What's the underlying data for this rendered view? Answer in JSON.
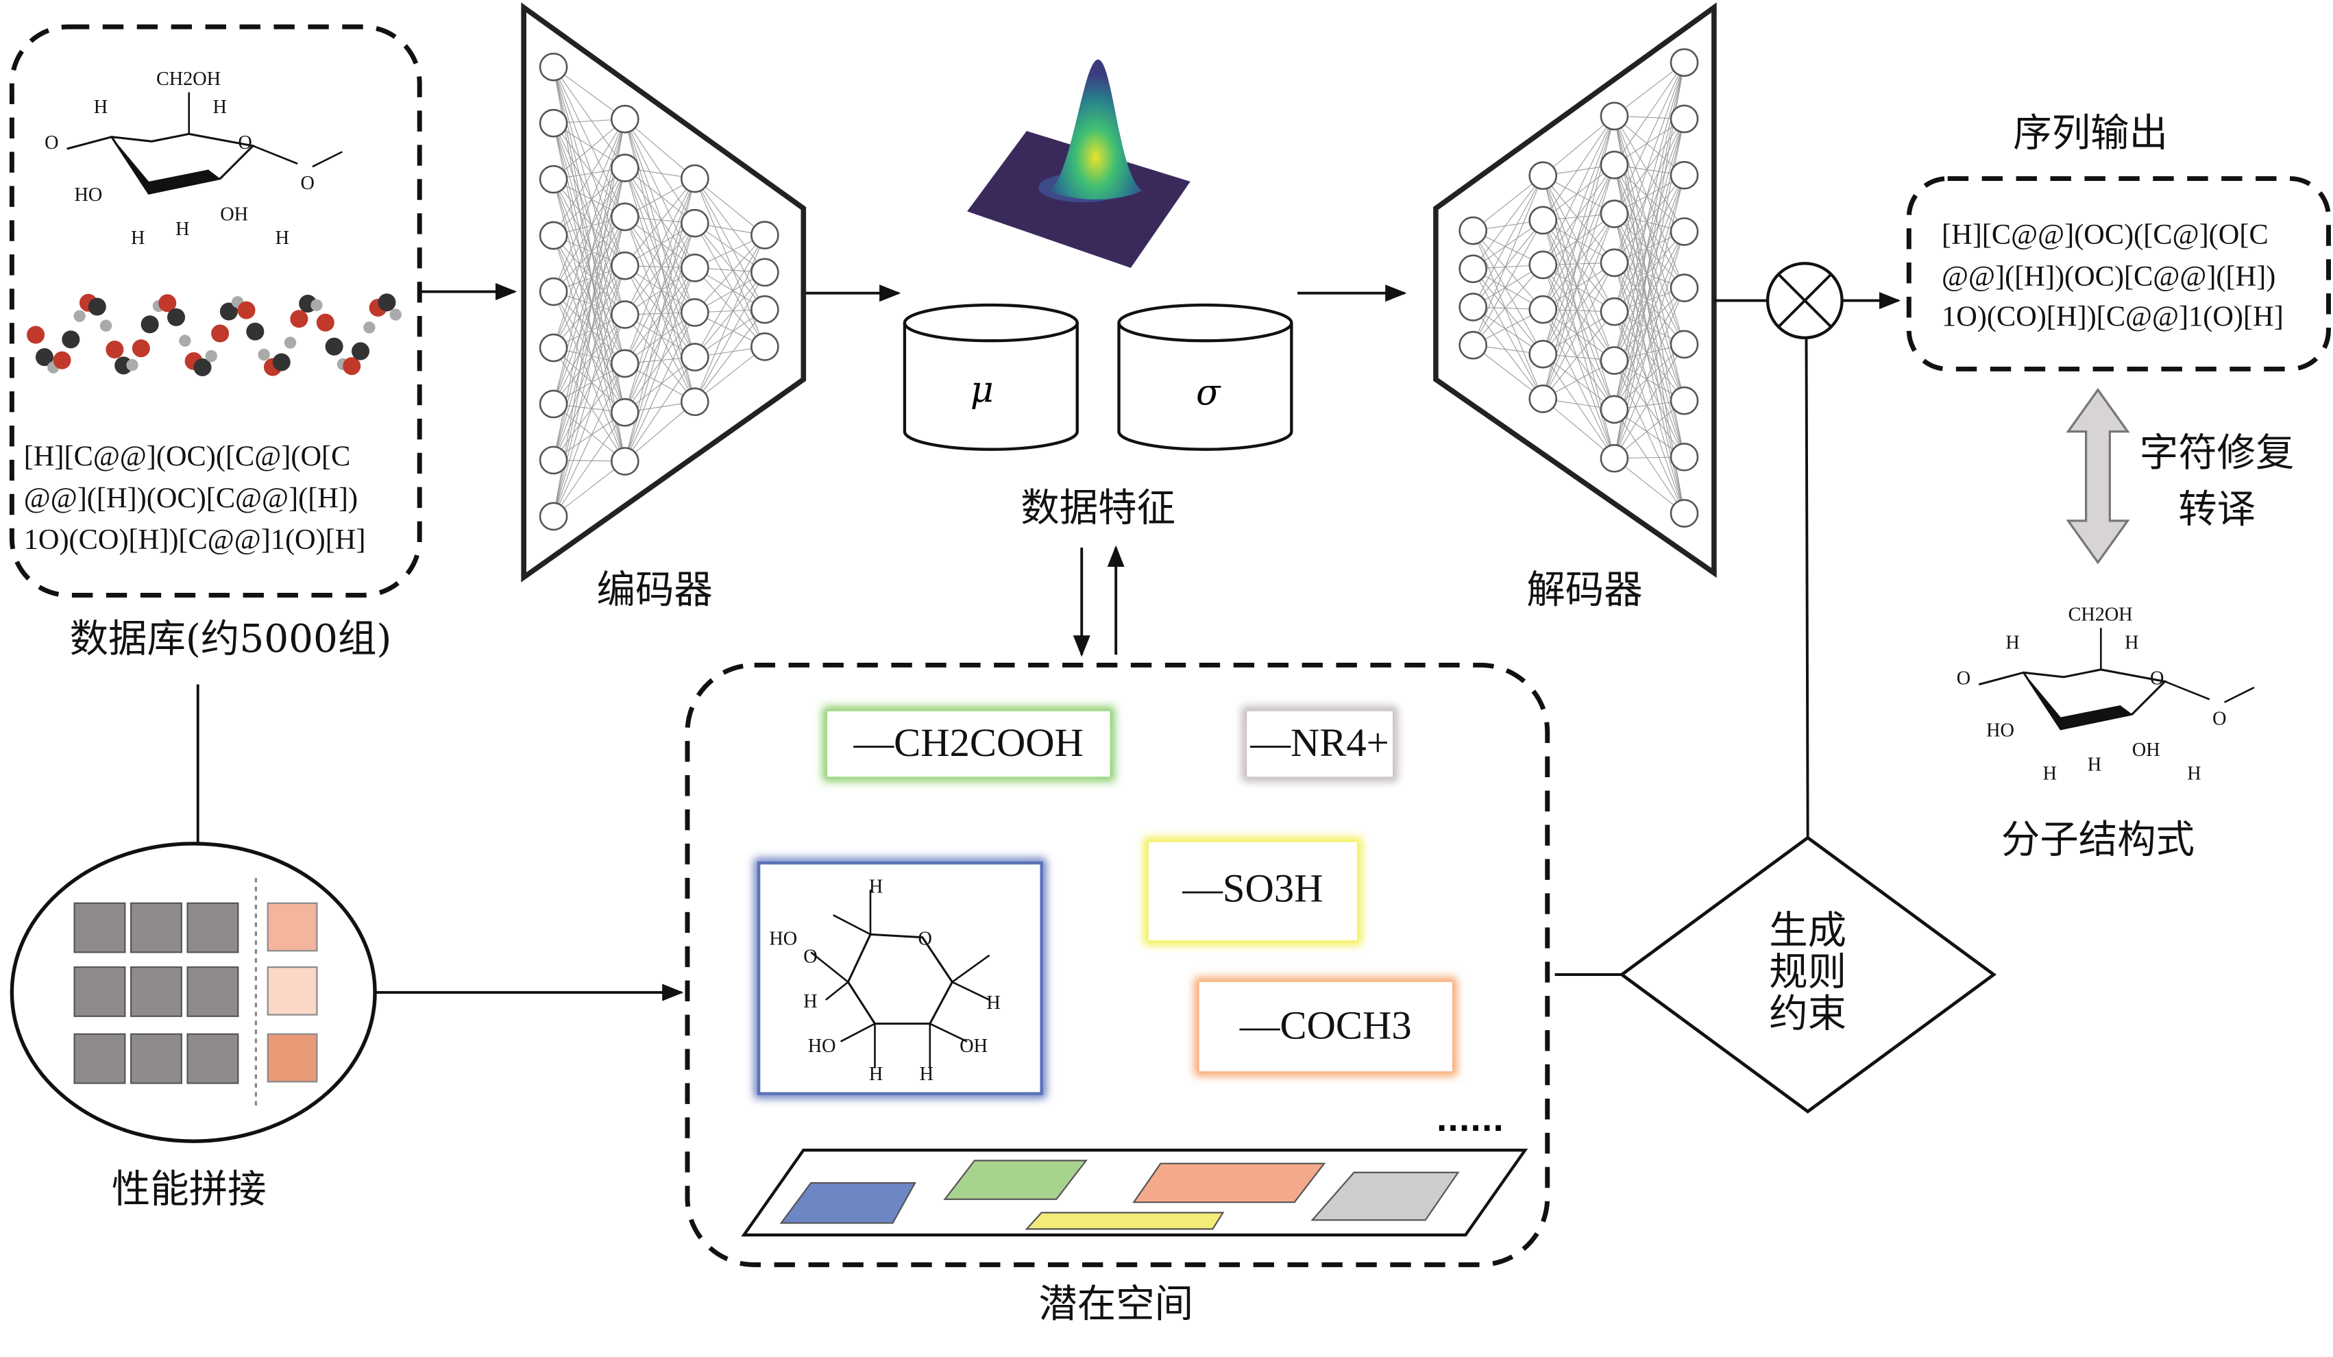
{
  "database": {
    "label": "数据库(约5000组)",
    "smiles_lines": [
      "[H][C@@](OC)([C@](O[C",
      "@@]([H])(OC)[C@@]([H])",
      "1O)(CO)[H])[C@@]1(O)[H]"
    ],
    "chair_atoms": [
      "CH2OH",
      "H",
      "H",
      "O",
      "O",
      "O",
      "HO",
      "OH",
      "H",
      "H",
      "H"
    ]
  },
  "property_concat": {
    "label": "性能拼接",
    "gray_color": "#8f8b8b",
    "color_cells": [
      "#f4b59c",
      "#fbd8c6",
      "#e99a76"
    ]
  },
  "encoder": {
    "label": "编码器"
  },
  "decoder": {
    "label": "解码器"
  },
  "features": {
    "label": "数据特征",
    "mu": "μ",
    "sigma": "σ"
  },
  "latent_space": {
    "label": "潜在空间",
    "groups": [
      {
        "text": "—CH2COOH",
        "color": "#7dc75a"
      },
      {
        "text": "—NR4+",
        "color": "#b9aeb0"
      },
      {
        "text": "—SO3H",
        "color": "#f1ec3a"
      },
      {
        "text": "—COCH3",
        "color": "#f59a5a"
      }
    ],
    "molecule_box_color": "#5a72b8",
    "molecule_atoms": [
      "H",
      "HO",
      "O",
      "O",
      "H",
      "H",
      "HO",
      "OH",
      "H",
      "H"
    ],
    "ellipsis": "......",
    "plane_tiles": [
      "#6d86c4",
      "#a8d38f",
      "#f4a98a",
      "#f3ec79",
      "#cfcccc"
    ]
  },
  "rule": {
    "lines": [
      "生成",
      "规则",
      "约束"
    ]
  },
  "output": {
    "title": "序列输出",
    "smiles_lines": [
      "[H][C@@](OC)([C@](O[C",
      "@@]([H])(OC)[C@@]([H])",
      "1O)(CO)[H])[C@@]1(O)[H]"
    ]
  },
  "repair": {
    "lines": [
      "字符修复",
      "转译"
    ]
  },
  "structure": {
    "label": "分子结构式",
    "atoms": [
      "CH2OH",
      "H",
      "H",
      "O",
      "O",
      "O",
      "HO",
      "OH",
      "H",
      "H",
      "H"
    ]
  }
}
